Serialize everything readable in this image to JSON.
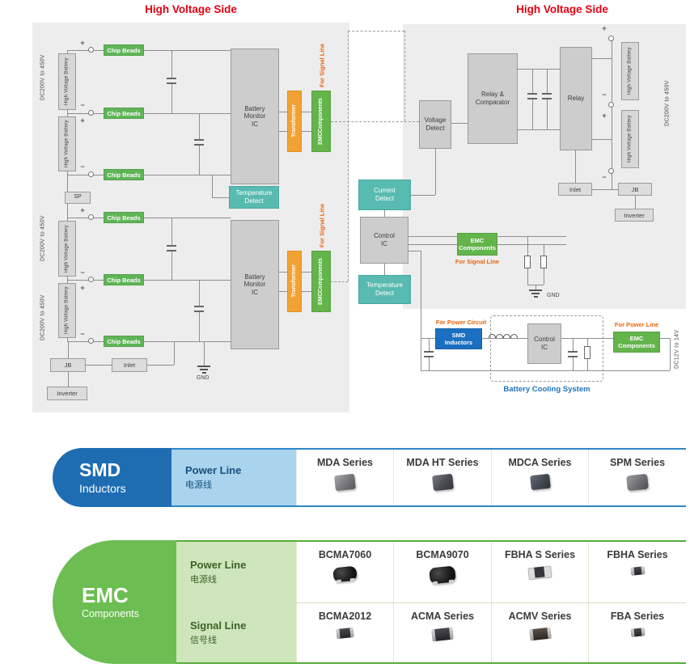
{
  "colors": {
    "title_red": "#e60012",
    "signal_orange": "#e8650c",
    "component_green": "#63b44b",
    "detect_teal": "#58bab0",
    "transformer_orange": "#f2a233",
    "smd_blue": "#1e6db3",
    "smd_row_blue": "#aad3ee",
    "emc_green": "#6cbd52",
    "emc_row_green": "#cfe6bc",
    "cooling_blue": "#1e73be"
  },
  "symbols": {
    "plus": "+",
    "minus": "−",
    "gnd": "GND"
  },
  "header": {
    "left_title": "High Voltage Side",
    "right_title": "High Voltage Side"
  },
  "left": {
    "dc_label": "DC200V to 450V",
    "battery": "High Voltage Battery",
    "chip_beads": "Chip Beads",
    "sp": "SP",
    "battery_monitor_ic": "Battery Monitor IC",
    "temperature_detect": "Temperature Detect",
    "transformer": "Transformer",
    "emc": {
      "l1": "EMC",
      "l2": "Components"
    },
    "for_signal_line": "For Signal Line",
    "jb": "JB",
    "inlet": "Inlet",
    "inverter": "Inverter"
  },
  "right": {
    "voltage_detect": "Voltage Detect",
    "relay_comparator": "Relay & Comparator",
    "relay": "Relay",
    "battery": "High Voltage Battery",
    "dc_label": "DC200V to 450V",
    "inlet": "Inlet",
    "jb": "JB",
    "inverter": "Inverter",
    "current_detect": "Current Detect",
    "control_ic": "Control IC",
    "temperature_detect": "Temperature Detect",
    "emc": {
      "l1": "EMC",
      "l2": "Components"
    },
    "for_signal_line": "For Signal Line"
  },
  "cooling": {
    "title": "Battery Cooling System",
    "for_power_circuit": "For Power Circuit",
    "smd": {
      "l1": "SMD",
      "l2": "Inductors"
    },
    "control_ic": "Control IC",
    "for_power_line": "For Power Line",
    "emc": {
      "l1": "EMC",
      "l2": "Components"
    },
    "dc_label": "DC12V to 14V"
  },
  "smd_table": {
    "title": "SMD",
    "subtitle": "Inductors",
    "row": {
      "label": "Power Line",
      "label_cn": "电源线"
    },
    "columns": [
      {
        "label": "MDA Series",
        "icon": "mda-series-photo"
      },
      {
        "label": "MDA HT Series",
        "icon": "mda-ht-series-photo"
      },
      {
        "label": "MDCA Series",
        "icon": "mdca-series-photo"
      },
      {
        "label": "SPM Series",
        "icon": "spm-series-photo"
      }
    ]
  },
  "emc_table": {
    "title": "EMC",
    "subtitle": "Components",
    "rows": [
      {
        "label": "Power Line",
        "label_cn": "电源线",
        "columns": [
          {
            "label": "BCMA7060",
            "icon": "bcma7060-photo"
          },
          {
            "label": "BCMA9070",
            "icon": "bcma9070-photo"
          },
          {
            "label": "FBHA S Series",
            "icon": "fbha-s-series-photo"
          },
          {
            "label": "FBHA Series",
            "icon": "fbha-series-photo"
          }
        ]
      },
      {
        "label": "Signal Line",
        "label_cn": "信号线",
        "columns": [
          {
            "label": "BCMA2012",
            "icon": "bcma2012-photo"
          },
          {
            "label": "ACMA Series",
            "icon": "acma-series-photo"
          },
          {
            "label": "ACMV Series",
            "icon": "acmv-series-photo"
          },
          {
            "label": "FBA Series",
            "icon": "fba-series-photo"
          }
        ]
      }
    ]
  }
}
